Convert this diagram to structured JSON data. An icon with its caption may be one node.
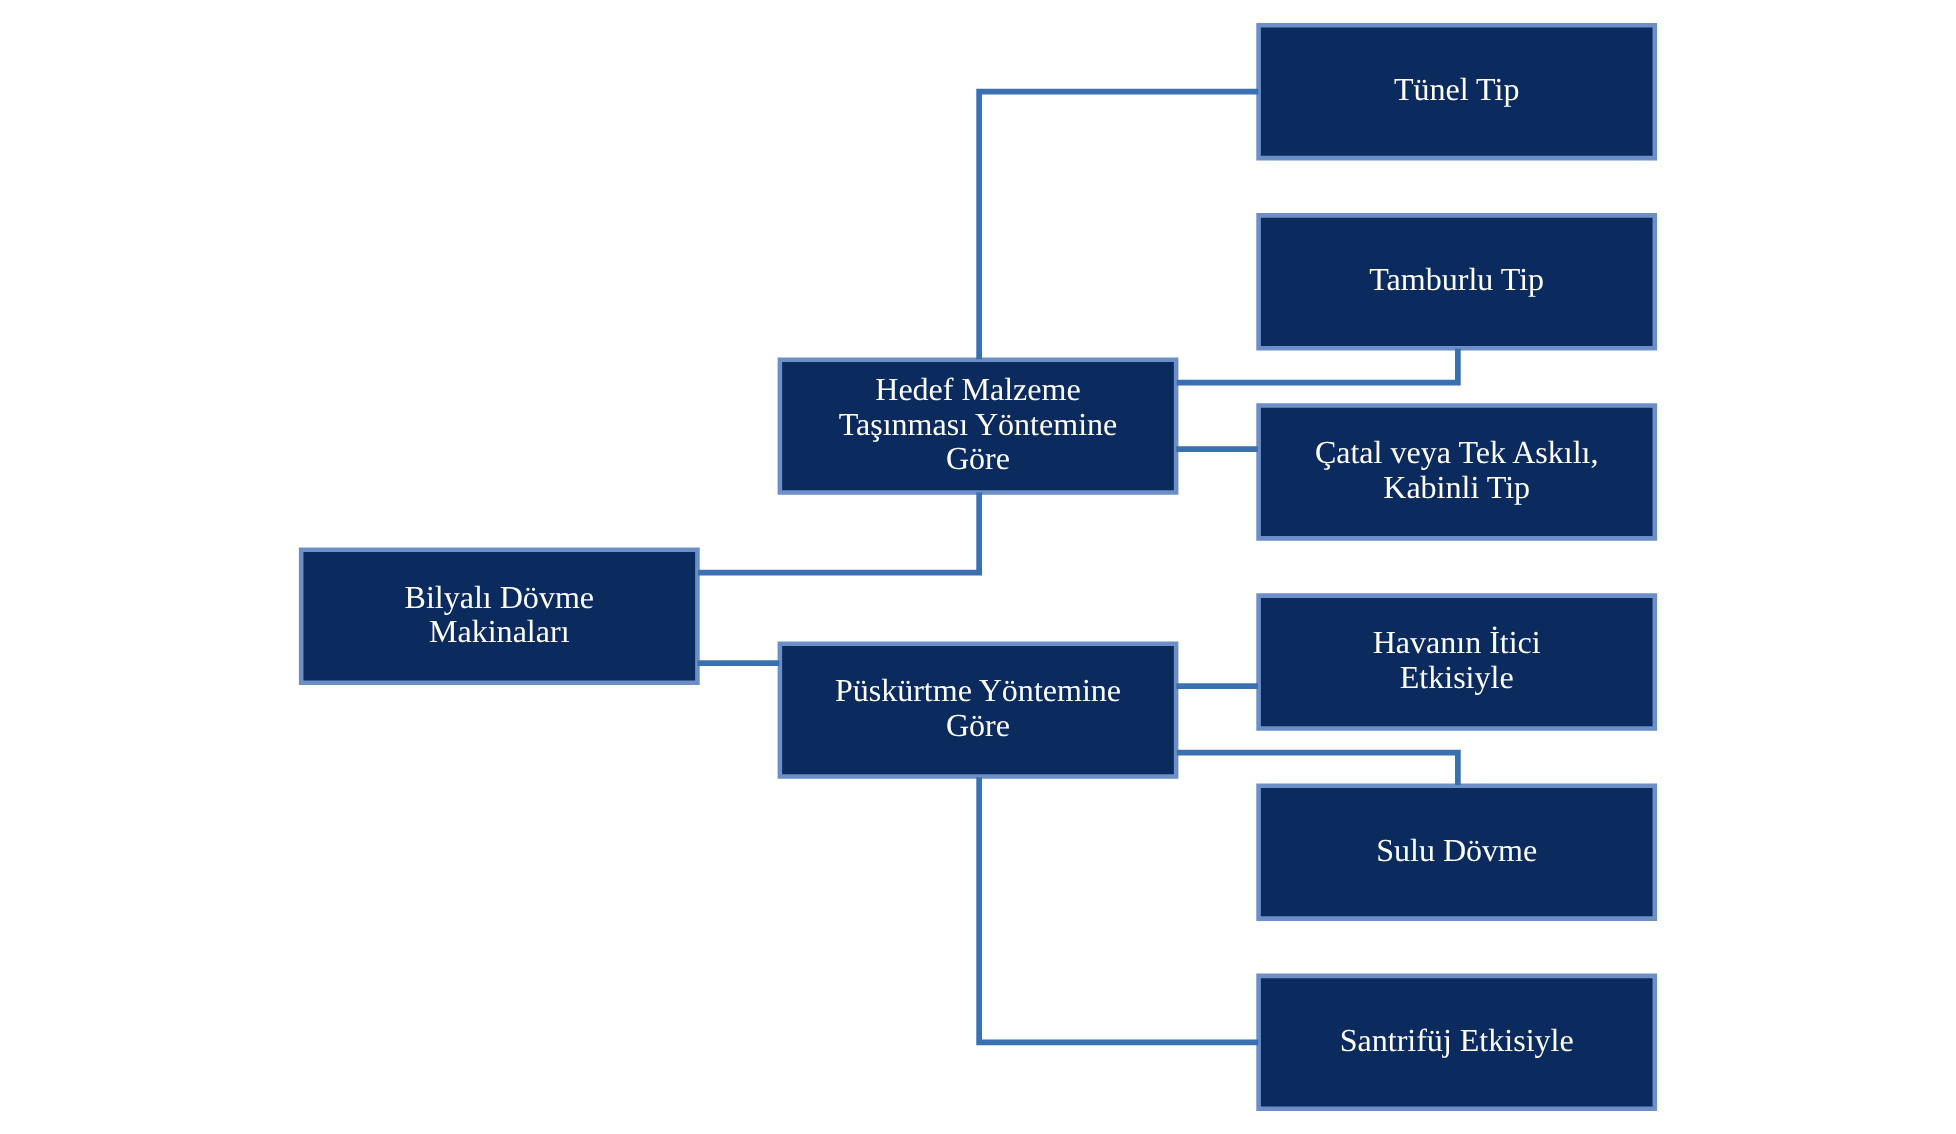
{
  "diagram": {
    "nodes": [
      {
        "text": [
          "Bilyalı Dövme Makinaları"
        ]
      },
      {
        "text": [
          "Hedef Malzeme Taşınması Yöntemine Göre"
        ]
      },
      {
        "text": [
          "Tünel Tip"
        ]
      },
      {
        "text": [
          "Tamburlu Tip"
        ]
      },
      {
        "text": [
          "Çatal veya Tek Askılı, Kabinli Tip"
        ]
      },
      {
        "text": [
          "Püskürtme Yöntemine Göre"
        ]
      },
      {
        "text": [
          "Havanın İtici Etkisiyle"
        ]
      },
      {
        "text": [
          "Sulu Dövme"
        ]
      },
      {
        "text": [
          "Santrifüj Etkisiyle"
        ]
      }
    ],
    "edges": [
      {
        "from": 0,
        "to": 1,
        "arrow": "none"
      },
      {
        "from": 1,
        "to": 2,
        "arrow": "none"
      },
      {
        "from": 1,
        "to": 3,
        "arrow": "none"
      },
      {
        "from": 1,
        "to": 4,
        "arrow": "none"
      },
      {
        "from": 0,
        "to": 5,
        "arrow": "none"
      },
      {
        "from": 5,
        "to": 6,
        "arrow": "none"
      },
      {
        "from": 5,
        "to": 7,
        "arrow": "none"
      },
      {
        "from": 5,
        "to": 8,
        "arrow": "none"
      }
    ]
  }
}
